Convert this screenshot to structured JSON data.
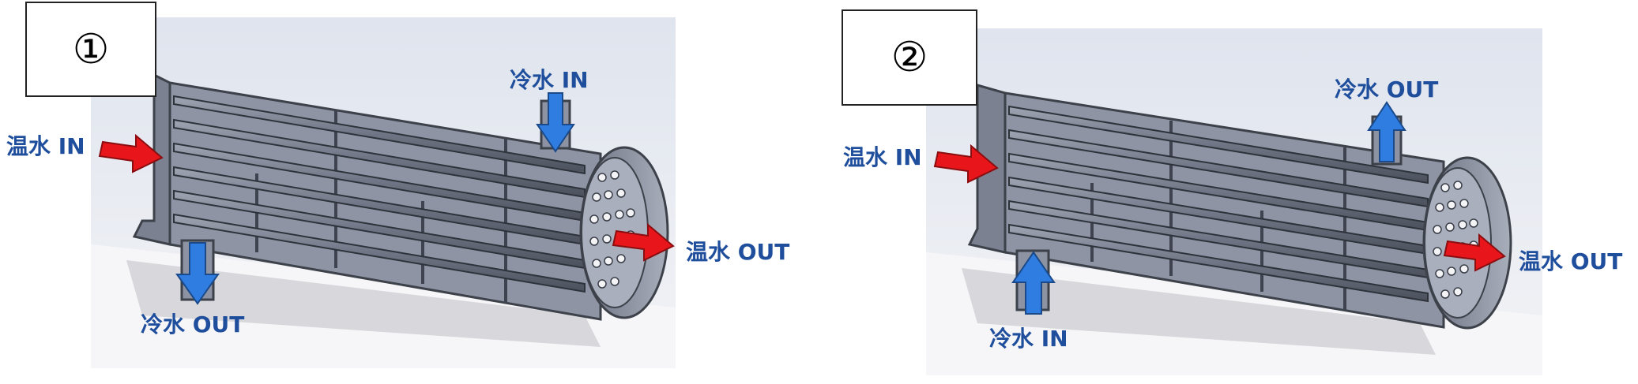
{
  "panels": [
    {
      "number": "①",
      "hot_in": "温水 IN",
      "hot_out": "温水 OUT",
      "cold_top": "冷水 IN",
      "cold_bottom": "冷水 OUT",
      "cold_top_direction": "down",
      "cold_bottom_direction": "down"
    },
    {
      "number": "②",
      "hot_in": "温水 IN",
      "hot_out": "温水 OUT",
      "cold_top": "冷水 OUT",
      "cold_bottom": "冷水 IN",
      "cold_top_direction": "up",
      "cold_bottom_direction": "up"
    }
  ],
  "colors": {
    "label_text": "#1f4e9c",
    "hot_arrow": "#e8161b",
    "cold_arrow": "#2f7de1",
    "shell": "#7f8696"
  }
}
